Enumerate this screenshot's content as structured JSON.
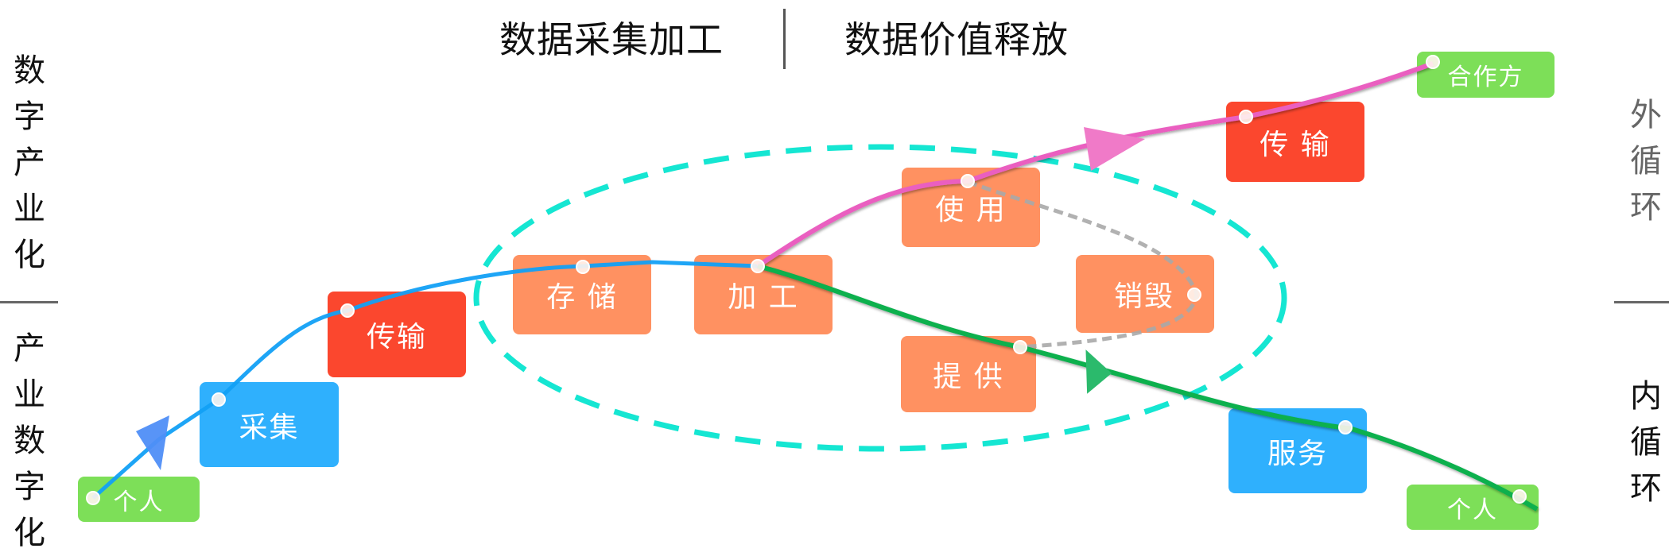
{
  "header": {
    "left_title": "数据采集加工",
    "right_title": "数据价值释放"
  },
  "side_labels": {
    "left_top": "数字产业化",
    "left_bottom": "产业数字化",
    "right_top": "外循环",
    "right_bottom": "内循环"
  },
  "colors": {
    "green_node": "#7ddf58",
    "blue_node": "#2fb0fd",
    "red_node": "#fb472e",
    "orange_node": "#ff9161",
    "blue_line": "#12a0f5",
    "pink_line": "#ea5fc0",
    "green_line": "#07b04e",
    "gray_dashed": "#a9a9a9",
    "teal_ellipse": "#15e6d2"
  },
  "nodes": [
    {
      "id": "person-start",
      "label": "个人",
      "kind": "green"
    },
    {
      "id": "collect",
      "label": "采集",
      "kind": "blue"
    },
    {
      "id": "transfer-1",
      "label": "传输",
      "kind": "red"
    },
    {
      "id": "store",
      "label": "存 储",
      "kind": "orange"
    },
    {
      "id": "process",
      "label": "加 工",
      "kind": "orange"
    },
    {
      "id": "use",
      "label": "使 用",
      "kind": "orange"
    },
    {
      "id": "provide",
      "label": "提 供",
      "kind": "orange"
    },
    {
      "id": "destroy",
      "label": "销毁",
      "kind": "orange"
    },
    {
      "id": "transfer-2",
      "label": "传 输",
      "kind": "red"
    },
    {
      "id": "partner",
      "label": "合作方",
      "kind": "green"
    },
    {
      "id": "service",
      "label": "服务",
      "kind": "blue"
    },
    {
      "id": "person-end",
      "label": "个人",
      "kind": "green"
    }
  ],
  "flows": [
    {
      "name": "collection-flow",
      "from": "个人",
      "via": [
        "采集",
        "传输",
        "存储"
      ],
      "to": "加工",
      "color": "blue"
    },
    {
      "name": "outer-loop-flow",
      "from": "加工",
      "via": [
        "使用",
        "传输"
      ],
      "to": "合作方",
      "color": "pink"
    },
    {
      "name": "inner-loop-flow",
      "from": "加工",
      "via": [
        "提供",
        "服务"
      ],
      "to": "个人",
      "color": "green"
    },
    {
      "name": "destroy-flow",
      "from": "使用",
      "via": [
        "销毁"
      ],
      "to": "提供",
      "color": "gray-dashed"
    }
  ]
}
